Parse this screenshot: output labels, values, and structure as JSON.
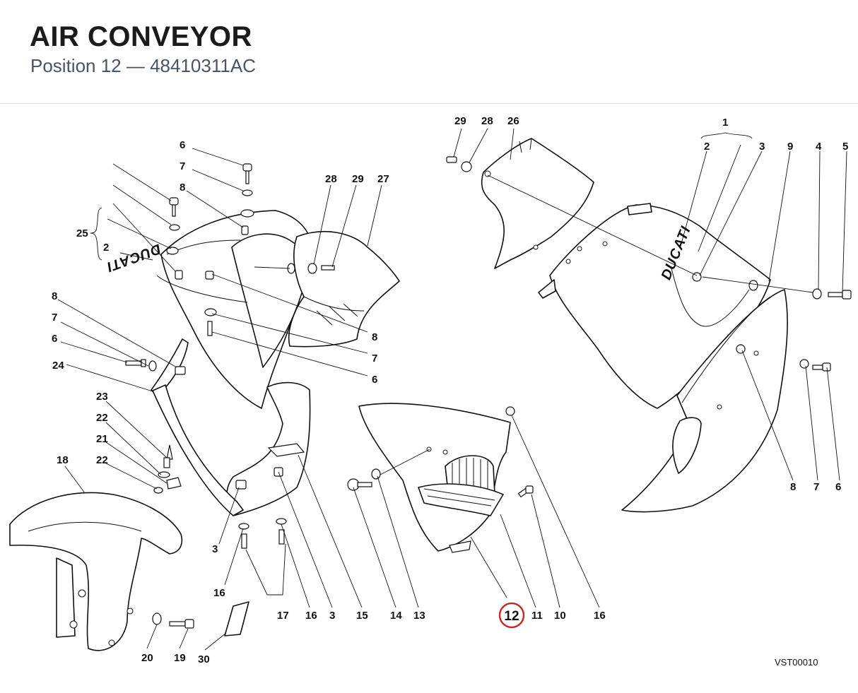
{
  "header": {
    "title": "AIR CONVEYOR",
    "subtitle": "Position 12 — 48410311AC"
  },
  "diagram": {
    "drawing_code": "VST00010",
    "logo_text": "DUCATI",
    "highlighted_callout": "12",
    "highlight_color": "#c62828",
    "callouts": [
      "29",
      "28",
      "26",
      "1",
      "2",
      "3",
      "9",
      "4",
      "5",
      "6",
      "7",
      "8",
      "28",
      "29",
      "27",
      "25",
      "2",
      "8",
      "7",
      "6",
      "24",
      "8",
      "7",
      "6",
      "23",
      "22",
      "21",
      "22",
      "18",
      "3",
      "16",
      "17",
      "16",
      "3",
      "15",
      "14",
      "13",
      "12",
      "11",
      "10",
      "16",
      "8",
      "7",
      "6",
      "20",
      "19",
      "30"
    ]
  }
}
